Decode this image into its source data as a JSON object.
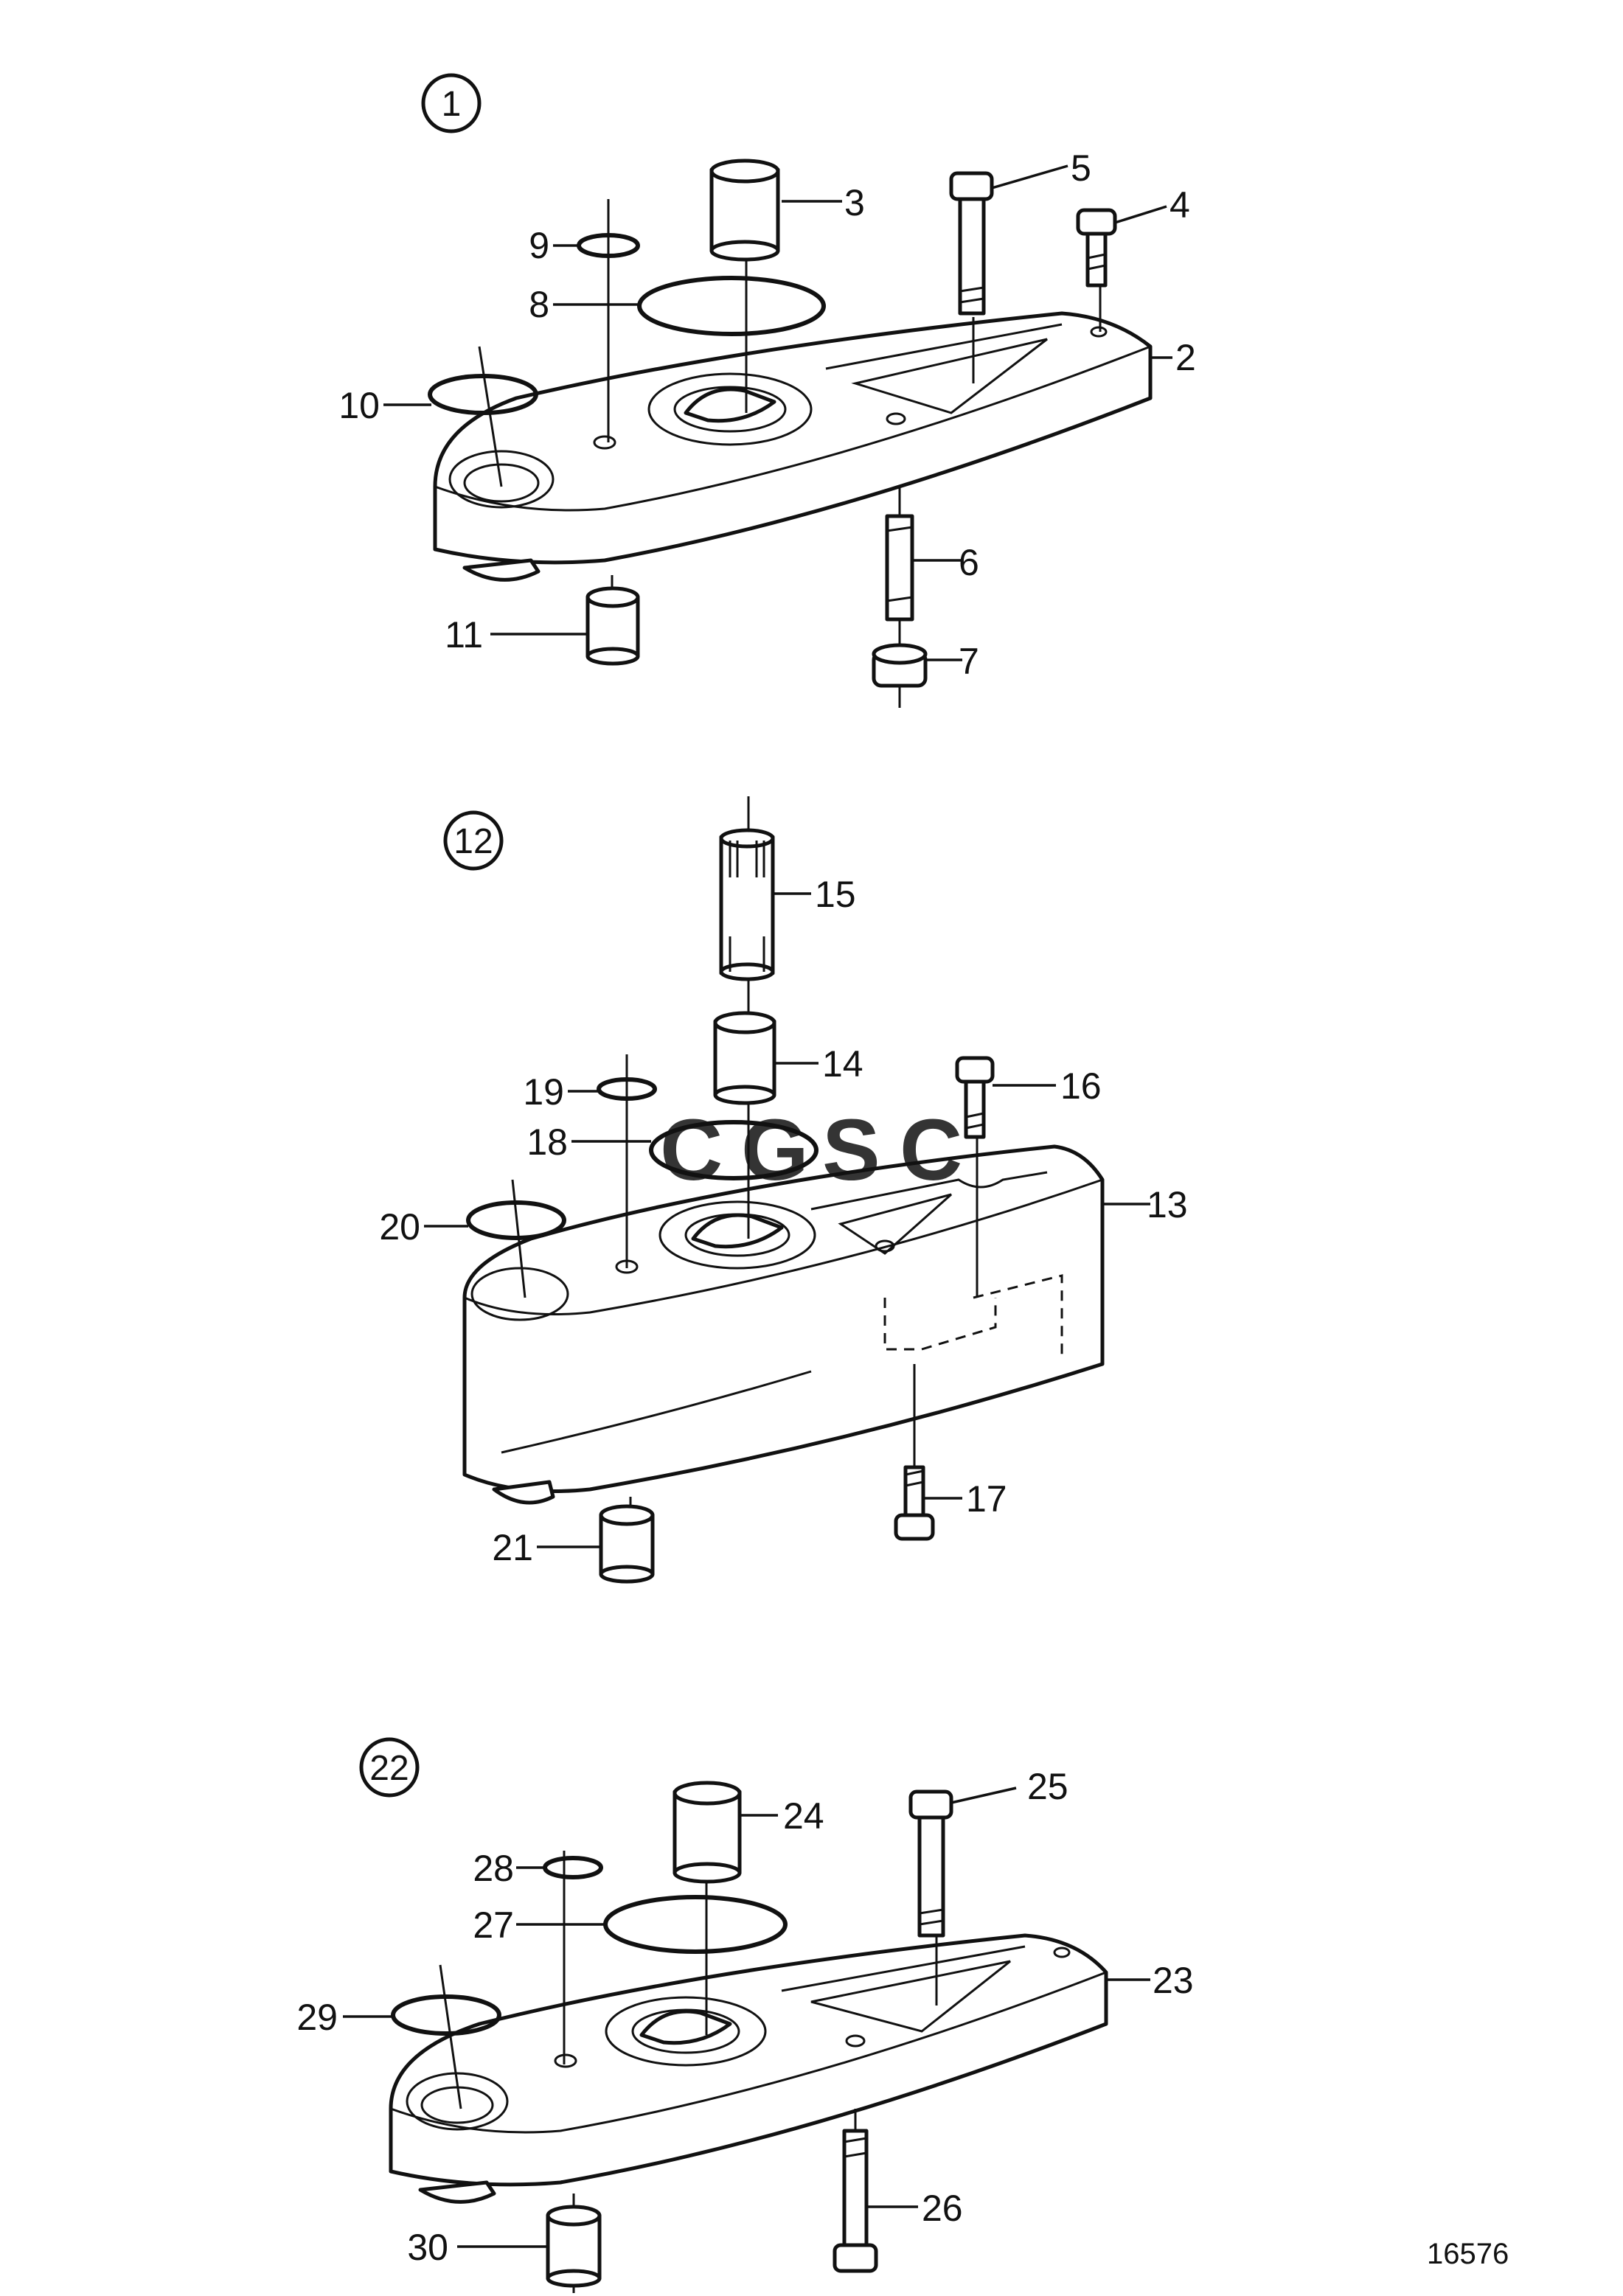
{
  "figure_number": "16576",
  "watermark": "CGSC",
  "colors": {
    "line": "#111111",
    "background": "#ffffff",
    "watermark": [
      "#4f8be0",
      "#e55a5a",
      "#f0c020",
      "#5cbf7a"
    ]
  },
  "groups": [
    {
      "id": "1",
      "callouts": [
        {
          "n": "2"
        },
        {
          "n": "3"
        },
        {
          "n": "4"
        },
        {
          "n": "5"
        },
        {
          "n": "6"
        },
        {
          "n": "7"
        },
        {
          "n": "8"
        },
        {
          "n": "9"
        },
        {
          "n": "10"
        },
        {
          "n": "11"
        }
      ]
    },
    {
      "id": "12",
      "callouts": [
        {
          "n": "13"
        },
        {
          "n": "14"
        },
        {
          "n": "15"
        },
        {
          "n": "16"
        },
        {
          "n": "17"
        },
        {
          "n": "18"
        },
        {
          "n": "19"
        },
        {
          "n": "20"
        },
        {
          "n": "21"
        }
      ]
    },
    {
      "id": "22",
      "callouts": [
        {
          "n": "23"
        },
        {
          "n": "24"
        },
        {
          "n": "25"
        },
        {
          "n": "26"
        },
        {
          "n": "27"
        },
        {
          "n": "28"
        },
        {
          "n": "29"
        },
        {
          "n": "30"
        }
      ]
    }
  ]
}
